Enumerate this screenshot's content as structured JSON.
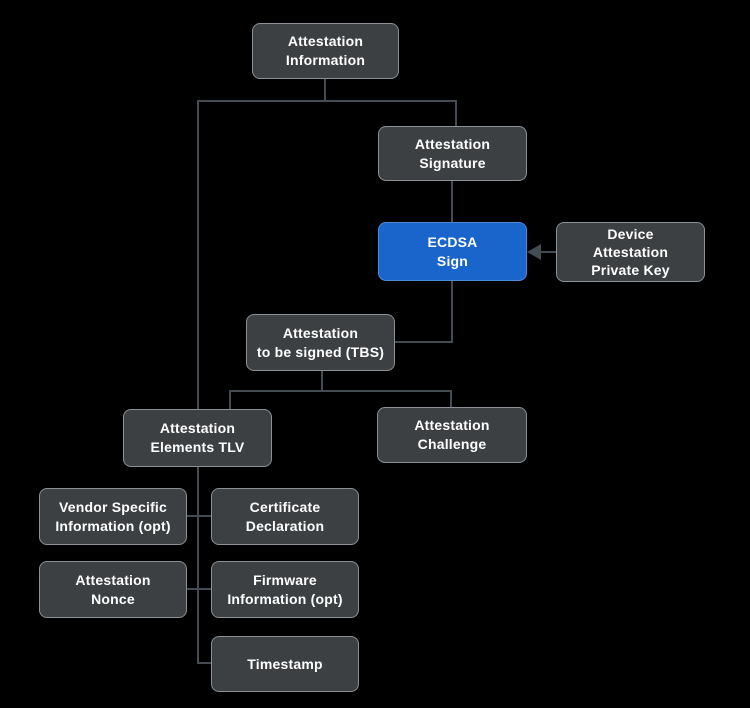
{
  "diagram": {
    "description": "Device attestation information flow diagram",
    "colors": {
      "background": "#000000",
      "node_fill": "#3c4043",
      "node_border": "#8a9095",
      "node_text": "#ffffff",
      "highlight_fill": "#1a65cb",
      "connector": "#454b52"
    },
    "nodes": {
      "info": {
        "label": "Attestation\nInformation",
        "highlighted": false
      },
      "signature": {
        "label": "Attestation\nSignature",
        "highlighted": false
      },
      "ecdsa": {
        "label": "ECDSA\nSign",
        "highlighted": true
      },
      "device": {
        "label": "Device\nAttestation\nPrivate Key",
        "highlighted": false
      },
      "tbs": {
        "label": "Attestation\nto be signed (TBS)",
        "highlighted": false
      },
      "tlv": {
        "label": "Attestation\nElements TLV",
        "highlighted": false
      },
      "challenge": {
        "label": "Attestation\nChallenge",
        "highlighted": false
      },
      "vendor": {
        "label": "Vendor Specific\nInformation (opt)",
        "highlighted": false
      },
      "cert": {
        "label": "Certificate\nDeclaration",
        "highlighted": false
      },
      "nonce": {
        "label": "Attestation\nNonce",
        "highlighted": false
      },
      "firmware": {
        "label": "Firmware\nInformation (opt)",
        "highlighted": false
      },
      "timestamp": {
        "label": "Timestamp",
        "highlighted": false
      }
    },
    "edges": [
      {
        "from": "attestation-information",
        "to": "attestation-signature",
        "arrow": false
      },
      {
        "from": "attestation-information",
        "to": "attestation-elements-tlv",
        "arrow": false
      },
      {
        "from": "attestation-signature",
        "to": "ecdsa-sign",
        "arrow": false
      },
      {
        "from": "device-attestation-private-key",
        "to": "ecdsa-sign",
        "arrow": true
      },
      {
        "from": "ecdsa-sign",
        "to": "attestation-to-be-signed-tbs",
        "arrow": false
      },
      {
        "from": "attestation-to-be-signed-tbs",
        "to": "attestation-elements-tlv",
        "arrow": false
      },
      {
        "from": "attestation-to-be-signed-tbs",
        "to": "attestation-challenge",
        "arrow": false
      },
      {
        "from": "attestation-elements-tlv",
        "to": "vendor-specific-information",
        "arrow": false
      },
      {
        "from": "attestation-elements-tlv",
        "to": "certificate-declaration",
        "arrow": false
      },
      {
        "from": "attestation-elements-tlv",
        "to": "attestation-nonce",
        "arrow": false
      },
      {
        "from": "attestation-elements-tlv",
        "to": "firmware-information",
        "arrow": false
      },
      {
        "from": "attestation-elements-tlv",
        "to": "timestamp",
        "arrow": false
      }
    ]
  }
}
